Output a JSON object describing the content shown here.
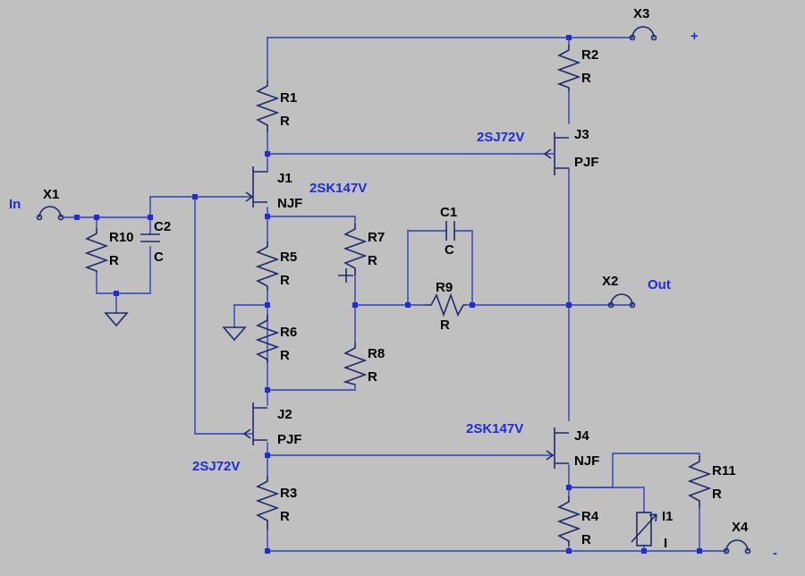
{
  "title": "",
  "components": {
    "r1": {
      "name": "R1",
      "value": "R"
    },
    "r2": {
      "name": "R2",
      "value": "R"
    },
    "r3": {
      "name": "R3",
      "value": "R"
    },
    "r4": {
      "name": "R4",
      "value": "R"
    },
    "r5": {
      "name": "R5",
      "value": "R"
    },
    "r6": {
      "name": "R6",
      "value": "R"
    },
    "r7": {
      "name": "R7",
      "value": "R"
    },
    "r8": {
      "name": "R8",
      "value": "R"
    },
    "r9": {
      "name": "R9",
      "value": "R"
    },
    "r10": {
      "name": "R10",
      "value": "R"
    },
    "r11": {
      "name": "R11",
      "value": "R"
    },
    "c1": {
      "name": "C1",
      "value": "C"
    },
    "c2": {
      "name": "C2",
      "value": "C"
    },
    "j1": {
      "name": "J1",
      "model": "NJF",
      "part": "2SK147V"
    },
    "j2": {
      "name": "J2",
      "model": "PJF",
      "part": "2SJ72V"
    },
    "j3": {
      "name": "J3",
      "model": "PJF",
      "part": "2SJ72V"
    },
    "j4": {
      "name": "J4",
      "model": "NJF",
      "part": "2SK147V"
    },
    "i1": {
      "name": "I1",
      "value": "I"
    },
    "x1": {
      "name": "X1"
    },
    "x2": {
      "name": "X2"
    },
    "x3": {
      "name": "X3"
    },
    "x4": {
      "name": "X4"
    }
  },
  "nets": {
    "input": "In",
    "output": "Out",
    "plus": "+",
    "minus": "-"
  },
  "colors": {
    "background": "#c0c0c0",
    "wire": "#2d3fb8",
    "junction": "#1f2bd6",
    "label": "#000000",
    "net_label": "#1f2bd6"
  }
}
